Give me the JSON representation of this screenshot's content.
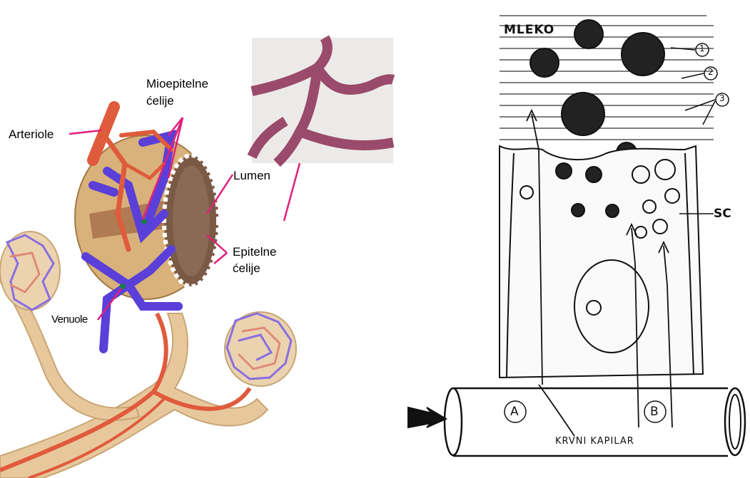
{
  "left_panel": {
    "labels": {
      "mioepitelne": "Mioepitelne",
      "celije_top": "ćelije",
      "arteriole": "Arteriole",
      "lumen": "Lumen",
      "epitelne": "Epitelne",
      "celije_bottom": "ćelije",
      "venule": "Venuole"
    },
    "colors": {
      "label_line": "#e0207a",
      "artery": "#e05a3c",
      "vein": "#5a3fd8",
      "tissue": "#c9a574",
      "alveolus_shell": "#d8b27a"
    }
  },
  "right_panel": {
    "labels": {
      "mleko": "MLEKO",
      "n1": "1",
      "n2": "2",
      "n3": "3",
      "sc": "SC",
      "a": "A",
      "b": "B",
      "capillary": "KRVNI KAPILAR"
    }
  }
}
